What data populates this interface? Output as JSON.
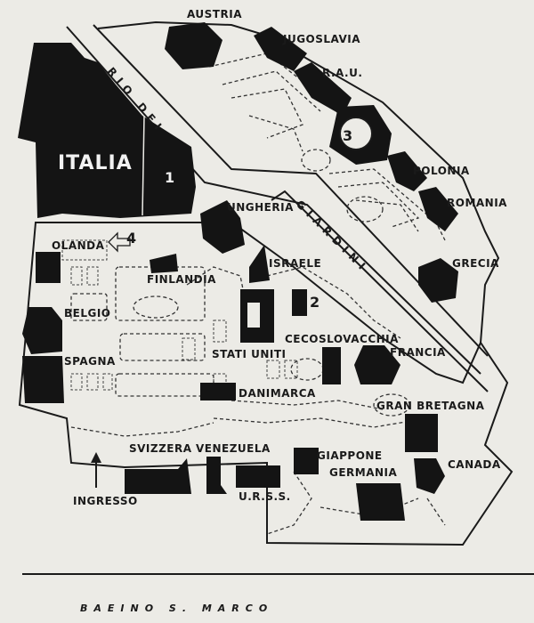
{
  "map": {
    "pavilions": {
      "austria": "AUSTRIA",
      "jugoslavia": "JUGOSLAVIA",
      "rau": "R.A.U.",
      "polonia": "POLONIA",
      "romania": "ROMANIA",
      "grecia": "GRECIA",
      "italia": "ITALIA",
      "ungheria": "UNGHERIA",
      "olanda": "OLANDA",
      "finlandia": "FINLANDIA",
      "israele": "ISRAELE",
      "belgio": "BELGIO",
      "cecoslovacchia": "CECOSLOVACCHIA",
      "francia": "FRANCIA",
      "stati_uniti": "STATI UNITI",
      "spagna": "SPAGNA",
      "danimarca": "DANIMARCA",
      "gran_bretagna": "GRAN BRETAGNA",
      "svizzera": "SVIZZERA",
      "venezuela": "VENEZUELA",
      "giappone": "GIAPPONE",
      "canada": "CANADA",
      "germania": "GERMANIA",
      "urss": "U.R.S.S."
    },
    "numbers": {
      "n1": "1",
      "n2": "2",
      "n3": "3",
      "n4": "4"
    },
    "waterways": {
      "rio": "RIO DEI",
      "giardini": "GIARDINI",
      "basin": "BAEINO S. MARCO"
    },
    "entrance": "INGRESSO",
    "colors": {
      "paper": "#ecebe6",
      "ink": "#1a1a1a"
    }
  }
}
